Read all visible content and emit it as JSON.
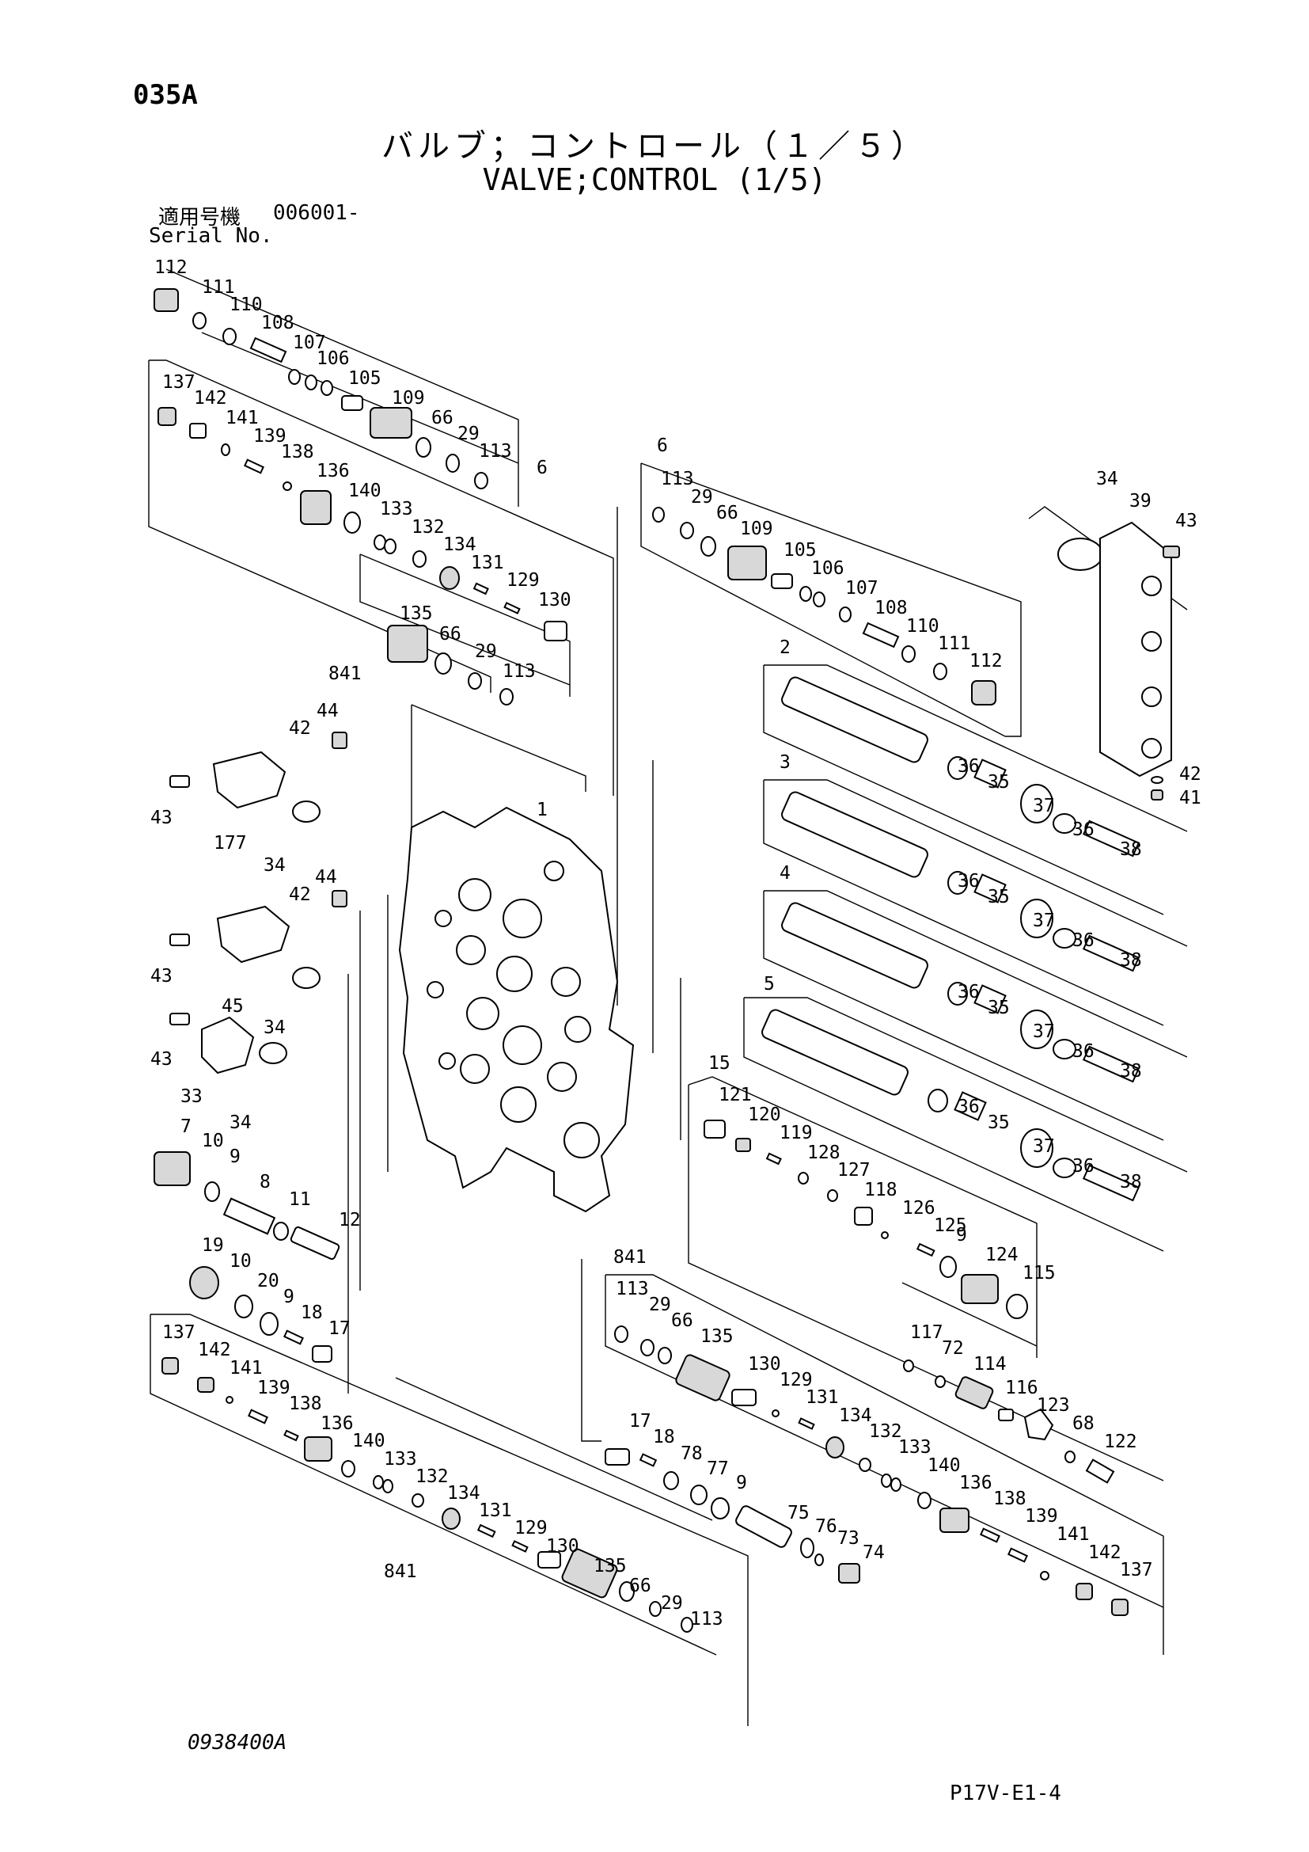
{
  "header": {
    "page_code": "035A",
    "title_jp": "バルブ；コントロール（１／５）",
    "title_en": "VALVE;CONTROL (1/5)",
    "serial_label_jp": "適用号機",
    "serial_value": "006001-",
    "serial_label_en": "Serial No."
  },
  "footer": {
    "doc_no": "0938400A",
    "sheet_no": "P17V-E1-4"
  },
  "callouts": [
    "112",
    "111",
    "110",
    "108",
    "107",
    "106",
    "105",
    "109",
    "66",
    "29",
    "113",
    "6",
    "137",
    "142",
    "141",
    "139",
    "138",
    "136",
    "140",
    "133",
    "132",
    "134",
    "131",
    "129",
    "130",
    "135",
    "66",
    "29",
    "113",
    "841",
    "6",
    "113",
    "29",
    "66",
    "109",
    "105",
    "106",
    "107",
    "108",
    "110",
    "111",
    "112",
    "34",
    "39",
    "43",
    "42",
    "41",
    "2",
    "36",
    "35",
    "37",
    "36",
    "38",
    "3",
    "36",
    "35",
    "37",
    "36",
    "38",
    "4",
    "36",
    "35",
    "37",
    "36",
    "38",
    "5",
    "36",
    "35",
    "37",
    "36",
    "38",
    "44",
    "42",
    "43",
    "177",
    "34",
    "1",
    "44",
    "42",
    "43",
    "45",
    "34",
    "43",
    "33",
    "34",
    "7",
    "10",
    "9",
    "8",
    "11",
    "12",
    "19",
    "10",
    "20",
    "9",
    "18",
    "17",
    "15",
    "121",
    "120",
    "119",
    "128",
    "127",
    "118",
    "126",
    "125",
    "9",
    "124",
    "115",
    "117",
    "72",
    "114",
    "116",
    "123",
    "68",
    "122",
    "841",
    "113",
    "29",
    "66",
    "135",
    "130",
    "129",
    "131",
    "134",
    "132",
    "133",
    "140",
    "136",
    "138",
    "139",
    "141",
    "142",
    "137",
    "17",
    "18",
    "78",
    "77",
    "9",
    "75",
    "76",
    "73",
    "74",
    "137",
    "142",
    "141",
    "139",
    "138",
    "136",
    "140",
    "133",
    "132",
    "134",
    "131",
    "129",
    "130",
    "135",
    "66",
    "29",
    "113",
    "841"
  ]
}
